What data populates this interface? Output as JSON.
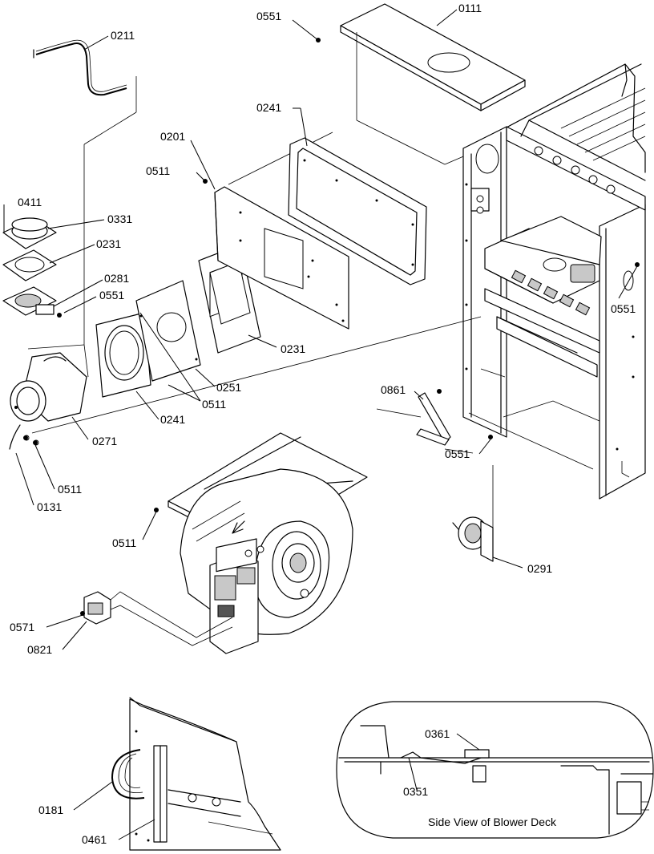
{
  "labels": {
    "p0551_top": "0551",
    "p0111": "0111",
    "p0211": "0211",
    "p0241_top": "0241",
    "p0201": "0201",
    "p0511_a": "0511",
    "p0411": "0411",
    "p0331": "0331",
    "p0231_a": "0231",
    "p0281": "0281",
    "p0551_b": "0551",
    "p0231_b": "0231",
    "p0251": "0251",
    "p0511_b": "0511",
    "p0241_b": "0241",
    "p0271": "0271",
    "p0511_c": "0511",
    "p0131": "0131",
    "p0861": "0861",
    "p0551_c": "0551",
    "p0551_d": "0551",
    "p0511_d": "0511",
    "p0291": "0291",
    "p0571": "0571",
    "p0821": "0821",
    "p0181": "0181",
    "p0461": "0461",
    "p0361": "0361",
    "p0351": "0351"
  },
  "caption": "Side View of Blower Deck"
}
